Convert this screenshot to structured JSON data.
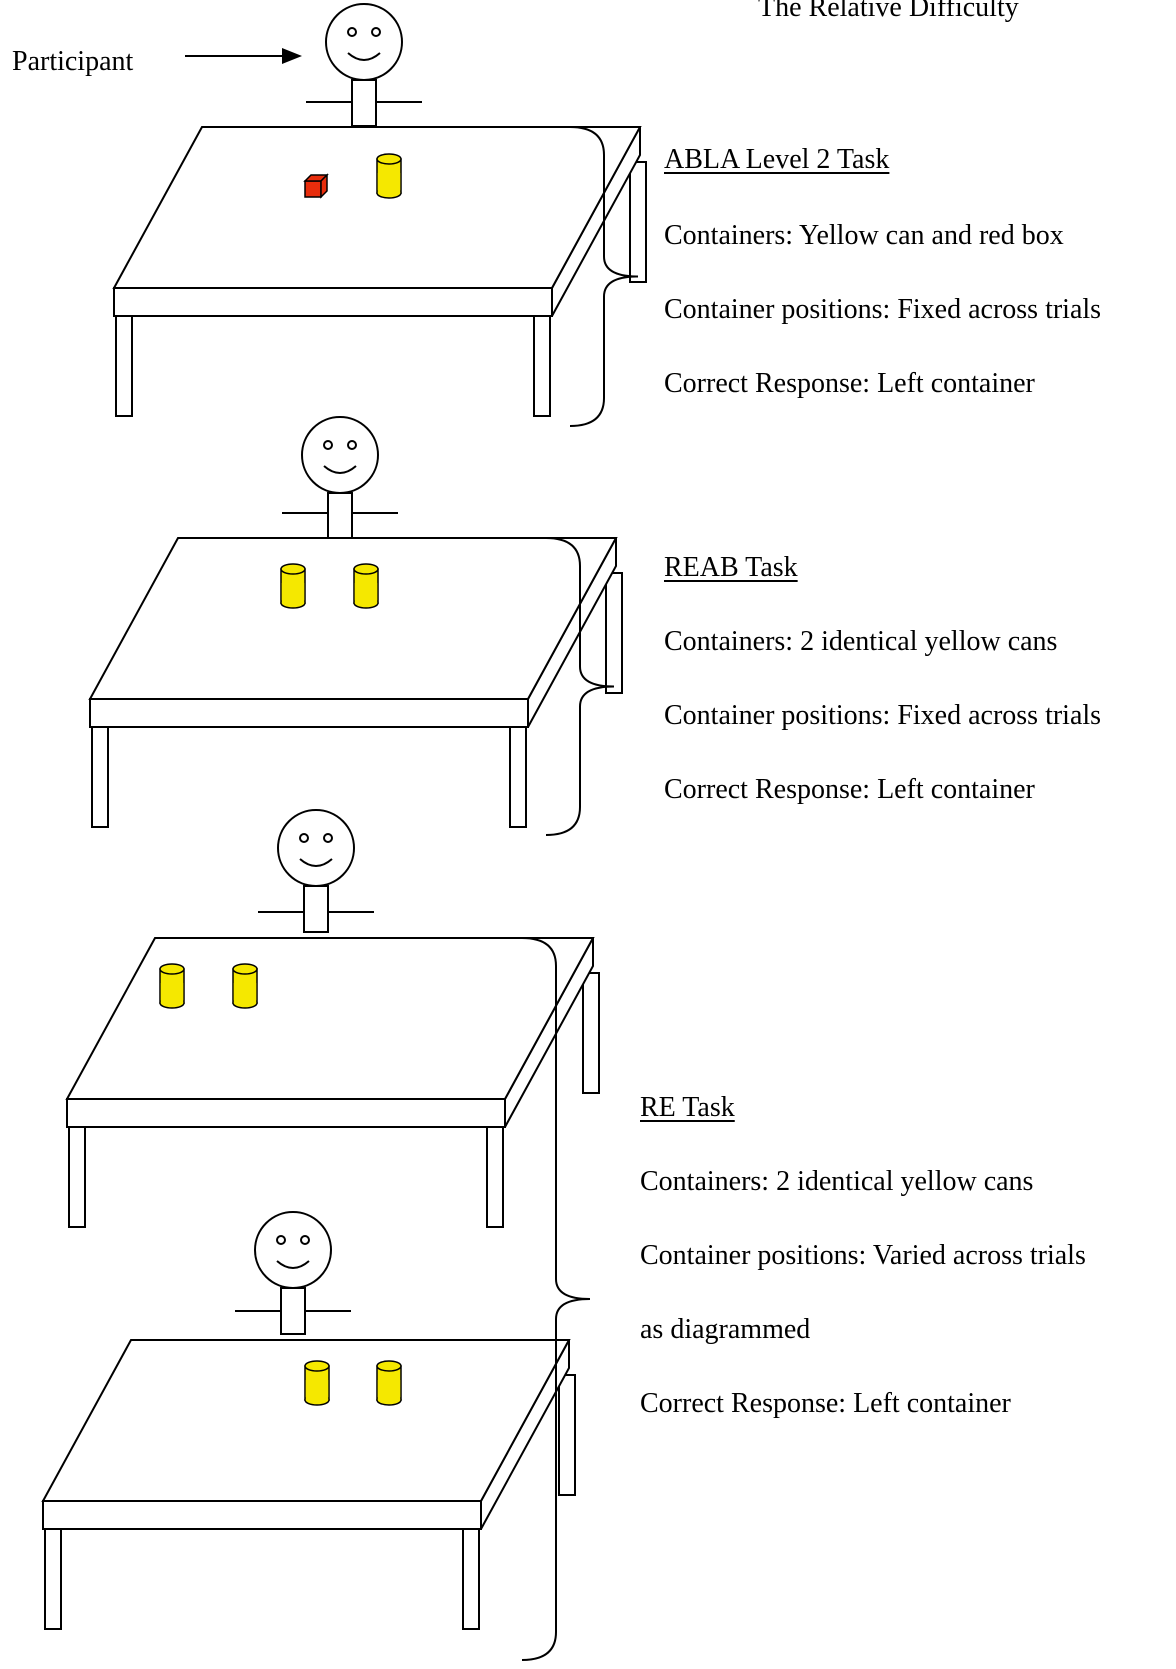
{
  "page_header": "The Relative Difficulty",
  "participant_label": "Participant",
  "colors": {
    "can_yellow": "#f5e800",
    "box_red": "#e82d0c",
    "line": "#000000"
  },
  "tasks": [
    {
      "title": "ABLA Level 2 Task",
      "lines": [
        "Containers: Yellow can and red box",
        "Container positions: Fixed across trials",
        "Correct Response: Left container"
      ]
    },
    {
      "title": "REAB Task",
      "lines": [
        "Containers: 2 identical yellow cans",
        "Container positions: Fixed across trials",
        "Correct Response: Left container"
      ]
    },
    {
      "title": "RE Task",
      "lines": [
        "Containers: 2 identical yellow cans",
        "Container positions: Varied across trials",
        "as diagrammed",
        "Correct Response: Left container"
      ]
    }
  ]
}
